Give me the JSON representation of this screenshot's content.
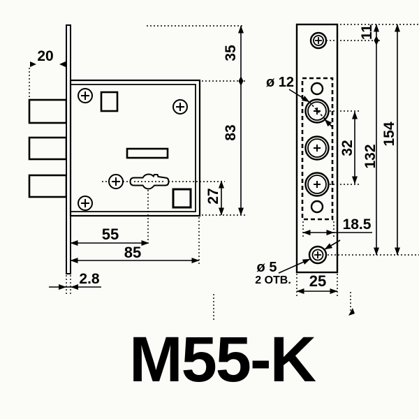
{
  "title": {
    "model": "M55-K"
  },
  "colors": {
    "line": "#000000",
    "background": "#fbfbf7"
  },
  "dims": {
    "bolt_protrusion": "20",
    "plate_top_to_body": "35",
    "body_height": "83",
    "keyway_to_body_bottom": "27",
    "keyway_backset": "55",
    "body_depth": "85",
    "plate_thickness": "2.8",
    "plate_top_to_screw": "11",
    "bolt_diameter": "ø 12",
    "bolt_group_span": "32",
    "screw_spacing": "132",
    "plate_length": "154",
    "cutout_width": "18.5",
    "screw_diameter": "ø 5",
    "screw_count_note": "2 ОТВ.",
    "plate_width": "25"
  }
}
